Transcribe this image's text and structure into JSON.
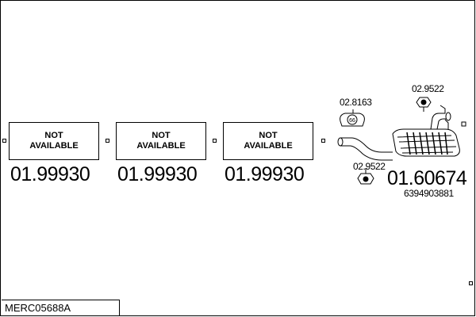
{
  "diagram": {
    "code": "MERC05688A",
    "items": [
      {
        "label": "NOT\nAVAILABLE",
        "part_number": "01.99930"
      },
      {
        "label": "NOT\nAVAILABLE",
        "part_number": "01.99930"
      },
      {
        "label": "NOT\nAVAILABLE",
        "part_number": "01.99930"
      }
    ],
    "muffler": {
      "part_number": "01.60674",
      "oem_number": "6394903881"
    },
    "mount_left": {
      "part_number": "02.8163",
      "badge": "66"
    },
    "hanger_top": {
      "part_number": "02.9522"
    },
    "hanger_bottom": {
      "part_number": "02.9522"
    }
  }
}
